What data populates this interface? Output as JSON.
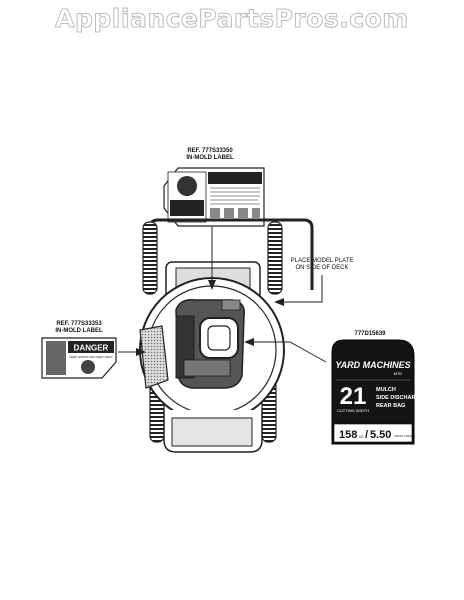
{
  "watermark": "AppliancePartsPros.com",
  "callouts": {
    "top_label": {
      "ref": "REF. 777S33350",
      "desc": "IN-MOLD LABEL"
    },
    "left_label": {
      "ref": "REF. 777S33353",
      "desc": "IN-MOLD LABEL"
    },
    "model_plate": {
      "line1": "PLACE MODEL PLATE",
      "line2": "ON SIDE OF DECK"
    },
    "right_label": {
      "ref": "777D15639"
    }
  },
  "danger_label": {
    "word": "DANGER",
    "subtext": "KEEP HANDS AND FEET AWAY"
  },
  "decal": {
    "brand": "YARD MACHINES",
    "brand_sub": "MTD",
    "size": "21",
    "size_sub": "CUTTING WIDTH",
    "features": [
      "MULCH",
      "SIDE DISCHARGE",
      "REAR BAG"
    ],
    "engine_cc": "158",
    "engine_cc_unit": "cc",
    "engine_hp": "5.50",
    "engine_fine": "GROSS TORQUE"
  }
}
